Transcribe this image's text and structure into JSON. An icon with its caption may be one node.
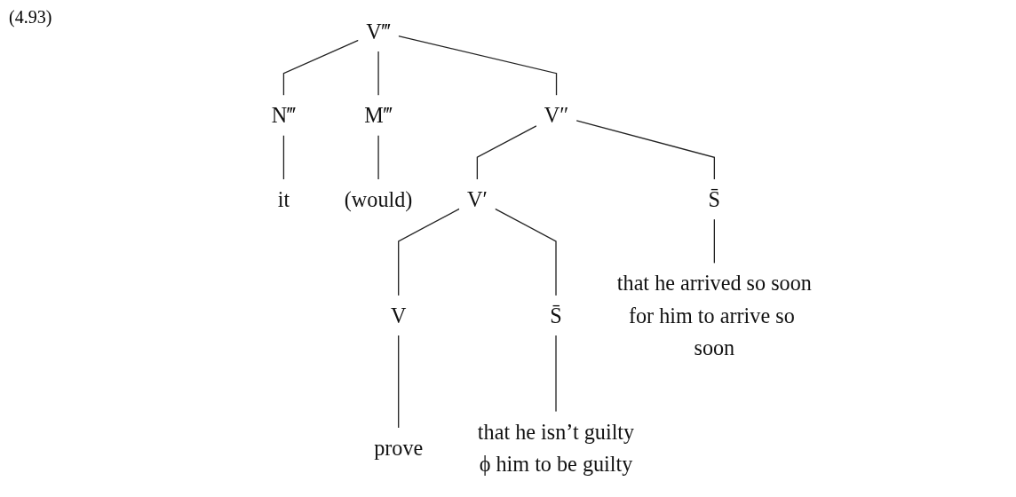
{
  "diagram": {
    "nodes": [
      {
        "text": [
          "V‴"
        ]
      },
      {
        "text": [
          "N‴"
        ]
      },
      {
        "text": [
          "M‴"
        ]
      },
      {
        "text": [
          "V″"
        ]
      },
      {
        "text": [
          "it"
        ]
      },
      {
        "text": [
          "(would)"
        ]
      },
      {
        "text": [
          "V′"
        ]
      },
      {
        "text": [
          "S̄"
        ]
      },
      {
        "text": [
          "V"
        ]
      },
      {
        "text": [
          "S̄"
        ]
      },
      {
        "text": [
          "that he arrived so soon",
          "for him to arrive so soon"
        ]
      },
      {
        "text": [
          "prove"
        ]
      },
      {
        "text": [
          "that he isn’t guilty",
          "ϕ him to be guilty"
        ]
      }
    ],
    "edges": [
      {
        "from": 0,
        "to": 1,
        "arrow": "none"
      },
      {
        "from": 0,
        "to": 2,
        "arrow": "none"
      },
      {
        "from": 0,
        "to": 3,
        "arrow": "none"
      },
      {
        "from": 1,
        "to": 4,
        "arrow": "none"
      },
      {
        "from": 2,
        "to": 5,
        "arrow": "none"
      },
      {
        "from": 3,
        "to": 6,
        "arrow": "none"
      },
      {
        "from": 3,
        "to": 7,
        "arrow": "none"
      },
      {
        "from": 6,
        "to": 8,
        "arrow": "none"
      },
      {
        "from": 6,
        "to": 9,
        "arrow": "none"
      },
      {
        "from": 7,
        "to": 10,
        "arrow": "none"
      },
      {
        "from": 8,
        "to": 11,
        "arrow": "none"
      },
      {
        "from": 9,
        "to": 12,
        "arrow": "none"
      }
    ],
    "labels": [
      "(4.93)"
    ]
  }
}
